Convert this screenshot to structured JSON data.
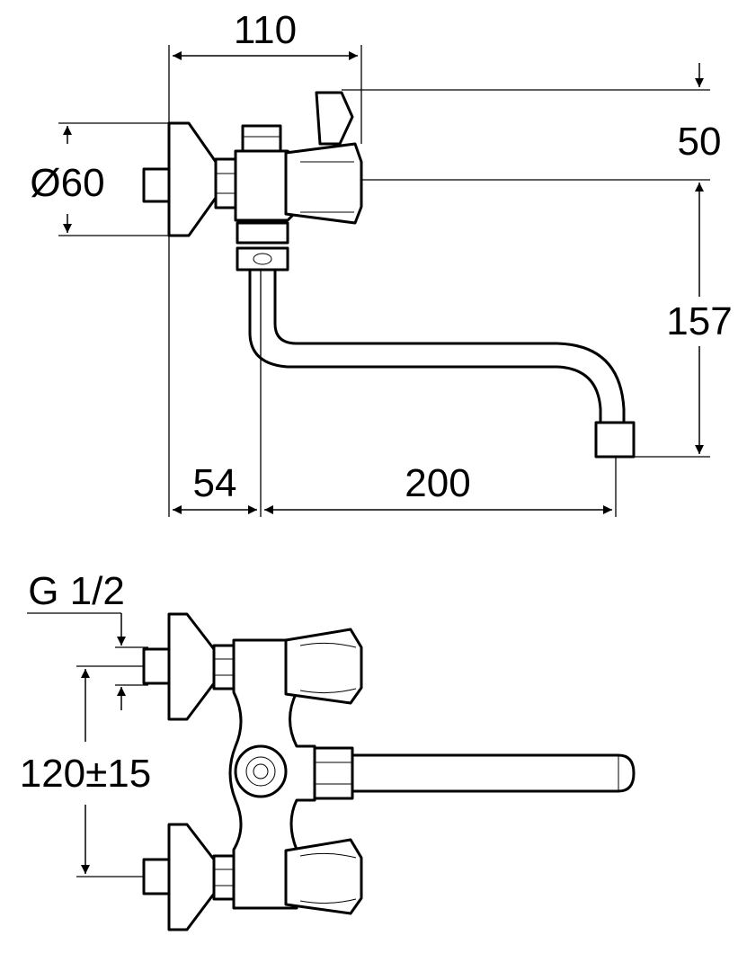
{
  "drawing": {
    "side_view": {
      "dim_width_top": "110",
      "dim_diameter": "Ø60",
      "dim_lever_height": "50",
      "dim_spout_drop": "157",
      "dim_wall_to_axis": "54",
      "dim_spout_reach": "200"
    },
    "front_view": {
      "dim_thread": "G 1/2",
      "dim_inlet_spacing": "120±15"
    }
  }
}
